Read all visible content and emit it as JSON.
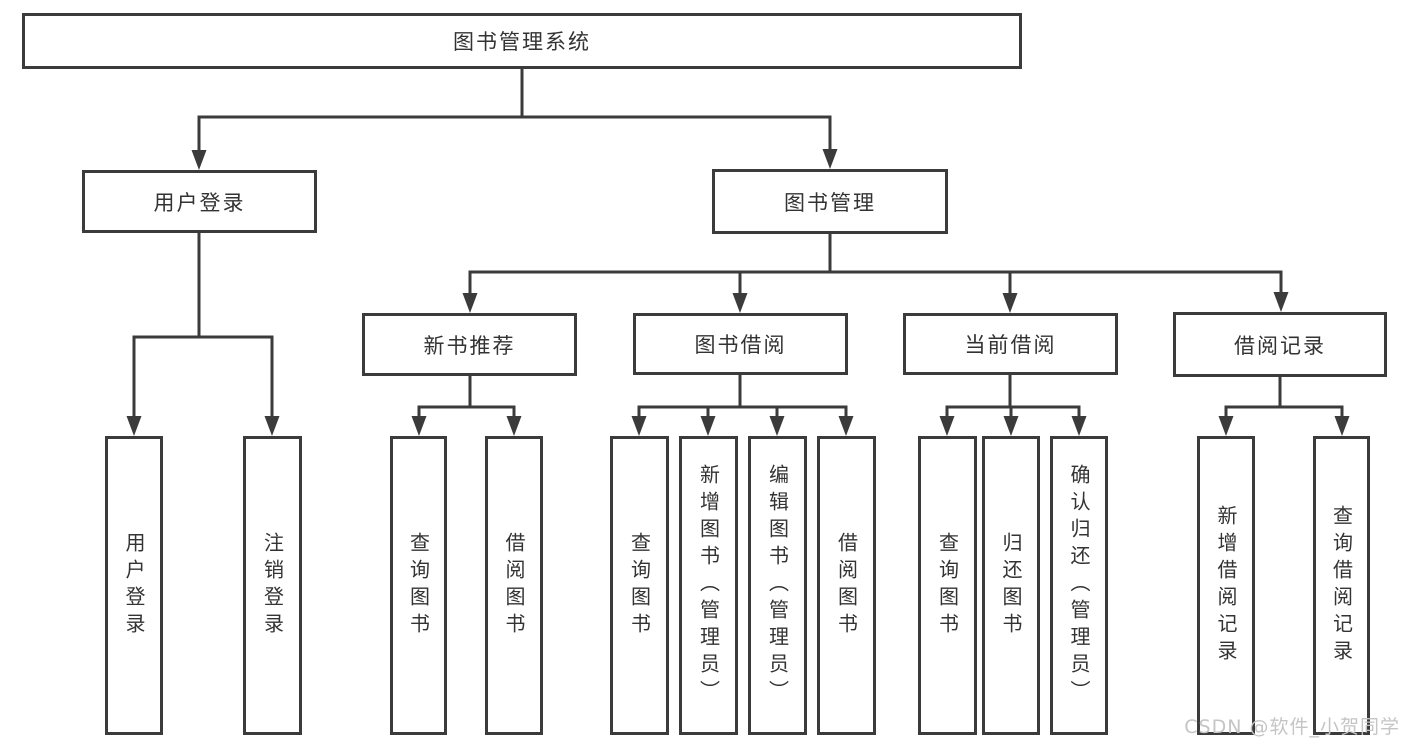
{
  "diagram_title": "图书管理系统",
  "watermark": "CSDN @软件_小贺同学",
  "colors": {
    "line": "#3b3b3b",
    "text": "#333333",
    "box_fill": "#ffffff",
    "background": "#ffffff",
    "watermark": "#c5c5c5"
  },
  "tree": {
    "label": "图书管理系统",
    "children": [
      {
        "label": "用户登录",
        "children": [
          {
            "label": "用户登录"
          },
          {
            "label": "注销登录"
          }
        ]
      },
      {
        "label": "图书管理",
        "children": [
          {
            "label": "新书推荐",
            "children": [
              {
                "label": "查询图书"
              },
              {
                "label": "借阅图书"
              }
            ]
          },
          {
            "label": "图书借阅",
            "children": [
              {
                "label": "查询图书"
              },
              {
                "label": "新增图书（管理员）"
              },
              {
                "label": "编辑图书（管理员）"
              },
              {
                "label": "借阅图书"
              }
            ]
          },
          {
            "label": "当前借阅",
            "children": [
              {
                "label": "查询图书"
              },
              {
                "label": "归还图书"
              },
              {
                "label": "确认归还（管理员）"
              }
            ]
          },
          {
            "label": "借阅记录",
            "children": [
              {
                "label": "新增借阅记录"
              },
              {
                "label": "查询借阅记录"
              }
            ]
          }
        ]
      }
    ]
  }
}
